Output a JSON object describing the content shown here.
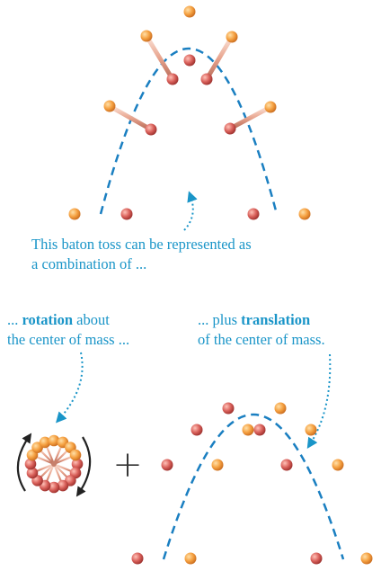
{
  "captions": {
    "main_line1": "This baton toss can be represented as",
    "main_line2": "a combination of ...",
    "rotation_prefix": "... ",
    "rotation_word": "rotation",
    "rotation_suffix": " about",
    "rotation_line2": "the center of mass ...",
    "translation_prefix": "... plus ",
    "translation_word": "translation",
    "translation_line2": "of the center of mass."
  },
  "symbols": {
    "plus": "+"
  },
  "colors": {
    "caption_text": "#1a95c8",
    "trajectory": "#1a7fc1",
    "arrow_dotted": "#1a95c8",
    "ball_orange": "#f5a040",
    "ball_red": "#d9605a",
    "rod": "#e8a58f",
    "rotation_arrow": "#222222"
  }
}
